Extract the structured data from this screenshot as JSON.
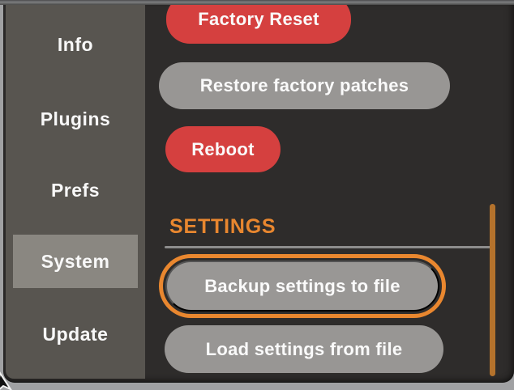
{
  "dialog": {
    "name": "device-settings-dialog",
    "sidebar": {
      "items": [
        {
          "label": "Info",
          "active": false
        },
        {
          "label": "Plugins",
          "active": false
        },
        {
          "label": "Prefs",
          "active": false
        },
        {
          "label": "System",
          "active": true
        },
        {
          "label": "Update",
          "active": false
        }
      ]
    },
    "system_panel": {
      "action_buttons": [
        {
          "label": "Factory Reset",
          "style": "danger"
        },
        {
          "label": "Restore factory patches",
          "style": "default"
        },
        {
          "label": "Reboot",
          "style": "danger"
        }
      ],
      "settings_section": {
        "heading": "SETTINGS",
        "buttons": [
          {
            "label": "Backup settings to file",
            "style": "default",
            "focused": true
          },
          {
            "label": "Load settings from file",
            "style": "default",
            "focused": false
          }
        ]
      },
      "scrollbar": {
        "orientation": "vertical",
        "thumb_visible": true
      }
    },
    "icons": [
      {
        "name": "pointer-cursor-icon",
        "position": "bottom-left",
        "partially_cut": true
      }
    ],
    "colors": {
      "outer_background": "#a0a1a3",
      "window_background": "#2e2c2b",
      "sidebar_background": "#585550",
      "sidebar_active_background": "#8a8781",
      "danger_button": "#d5403f",
      "default_button": "#989694",
      "accent_orange": "#e9872f",
      "scrollbar_orange": "#b4722c",
      "divider_gray": "#8d8d8d",
      "text_white": "#fafafa"
    }
  }
}
